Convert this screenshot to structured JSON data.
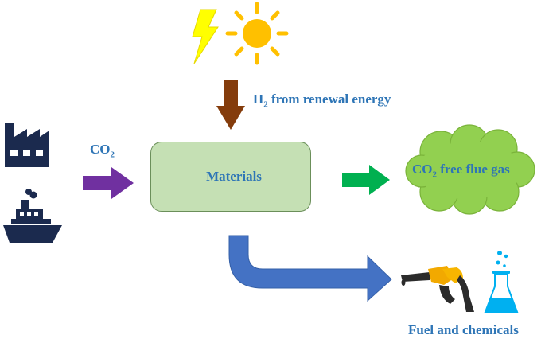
{
  "diagram": {
    "co2_label_main": "CO",
    "co2_label_sub": "2",
    "h2_label_main": "H",
    "h2_label_sub": "2",
    "h2_label_rest": " from renewal energy",
    "materials_label": "Materials",
    "flue_label_main": "CO",
    "flue_label_sub": "2",
    "flue_label_rest": " free flue gas",
    "fuel_label": "Fuel and chemicals"
  },
  "icons": [
    "lightning-icon",
    "sun-icon",
    "factory-icon",
    "ship-icon",
    "fuel-nozzle-icon",
    "flask-icon"
  ],
  "colors": {
    "text_blue": "#2e75b6",
    "navy": "#1b2a4e",
    "purple_arrow": "#7030a0",
    "brown_arrow": "#843c0c",
    "green_arrow": "#00b050",
    "blue_arrow": "#4472c4",
    "cloud_green": "#92d050",
    "box_green": "#c5e0b4",
    "sun_yellow": "#ffc000",
    "lightning_yellow": "#ffff00",
    "flask_blue": "#00b0f0"
  }
}
